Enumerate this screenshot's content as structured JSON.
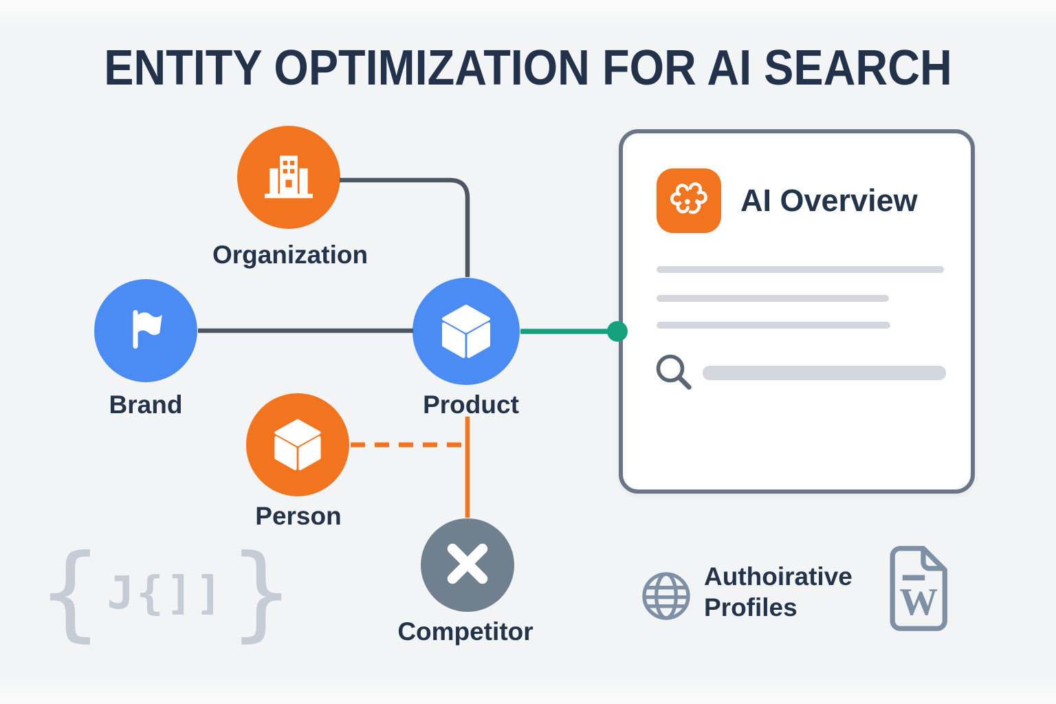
{
  "title": "ENTITY OPTIMIZATION FOR AI SEARCH",
  "nodes": {
    "organization": {
      "label": "Organization",
      "icon": "building-icon",
      "color": "#f2741f"
    },
    "brand": {
      "label": "Brand",
      "icon": "flag-icon",
      "color": "#4a8bf4"
    },
    "product": {
      "label": "Product",
      "icon": "cube-icon",
      "color": "#4a8bf4"
    },
    "person": {
      "label": "Person",
      "icon": "cube-icon",
      "color": "#f2741f"
    },
    "competitor": {
      "label": "Competitor",
      "icon": "x-icon",
      "color": "#71808f"
    }
  },
  "connections": [
    {
      "from": "organization",
      "to": "product",
      "style": "solid",
      "color": "#4d5763"
    },
    {
      "from": "brand",
      "to": "product",
      "style": "solid",
      "color": "#4d5763"
    },
    {
      "from": "person",
      "to": "product-branch",
      "style": "dashed",
      "color": "#f2741f"
    },
    {
      "from": "product",
      "to": "competitor",
      "style": "solid",
      "color": "#f2741f"
    },
    {
      "from": "product",
      "to": "ai-overview-card",
      "style": "solid",
      "color": "#16a17e",
      "endpoint": "green-dot"
    }
  ],
  "card": {
    "title": "AI Overview",
    "icon": "ai-brain-icon",
    "placeholder_line_count": 3,
    "search_icon": "search-icon"
  },
  "footer": {
    "schema_icon": {
      "left_brace": "{",
      "glyphs": "J{]]",
      "right_brace": "}"
    },
    "authoritative_line1": "Authoirative",
    "authoritative_line2": "Profiles",
    "globe_icon": "globe-icon",
    "wiki_doc_icon": "wiki-document-icon",
    "wiki_letter": "W"
  },
  "colors": {
    "background": "#f3f4f5",
    "title_text": "#21324a",
    "node_label_text": "#22334a",
    "orange": "#f2741f",
    "blue": "#4a8bf4",
    "slate": "#71808f",
    "connector_dark": "#4d5763",
    "connector_green": "#16a17e",
    "card_border": "#6a7687",
    "placeholder_gray": "#d4d8de",
    "muted_icon_gray": "#7e90a5",
    "json_icon_gray": "#c6ccd5"
  }
}
